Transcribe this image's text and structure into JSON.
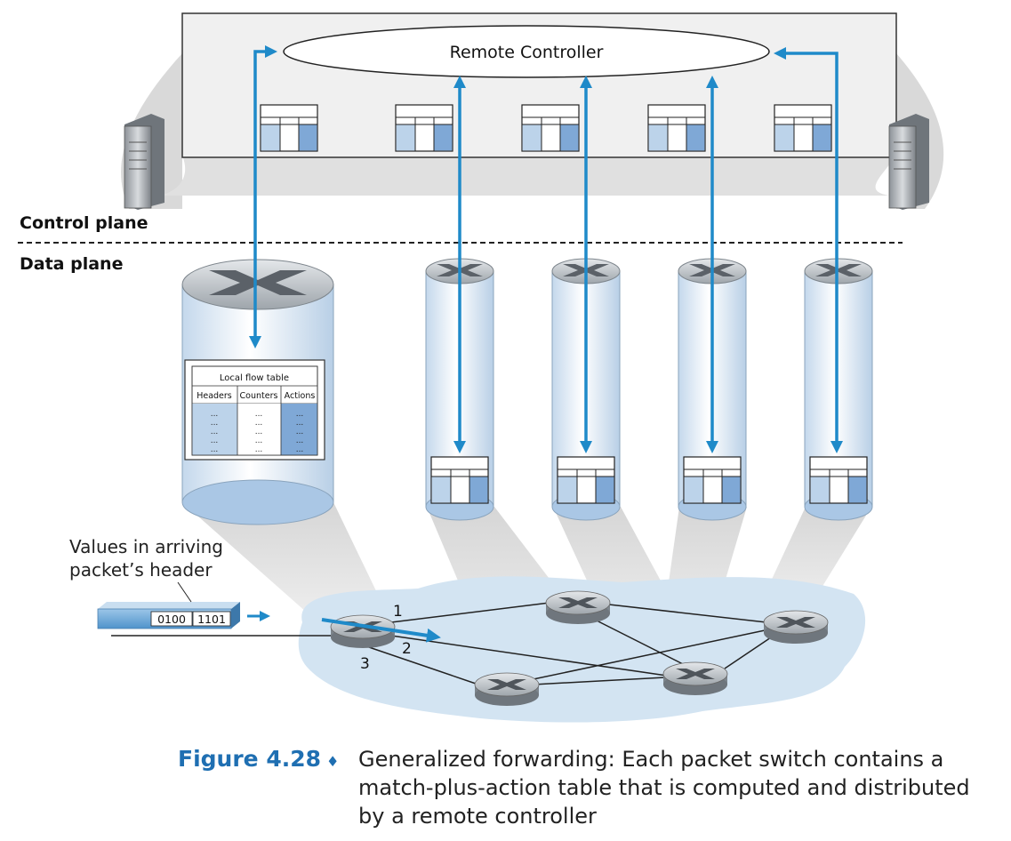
{
  "controller": {
    "label": "Remote Controller"
  },
  "planes": {
    "control": "Control plane",
    "data": "Data plane"
  },
  "local_flow_table": {
    "title": "Local flow table",
    "columns": [
      "Headers",
      "Counters",
      "Actions"
    ],
    "cell_placeholder": "..."
  },
  "packet": {
    "label_line1": "Values in arriving",
    "label_line2": "packet’s header",
    "field1": "0100",
    "field2": "1101"
  },
  "ports": [
    "1",
    "2",
    "3"
  ],
  "caption": {
    "figure_number": "Figure 4.28",
    "diamond": "♦",
    "text": "Generalized forwarding: Each packet switch contains a match-plus-action table that is computed and distributed by a remote controller"
  },
  "colors": {
    "arrow_blue": "#1f8ac9",
    "figure_blue": "#1f6fb2",
    "table_fill": "#bcd3ea",
    "table_fill_dark": "#7fa8d6",
    "network_cloud": "#d3e4f2"
  }
}
